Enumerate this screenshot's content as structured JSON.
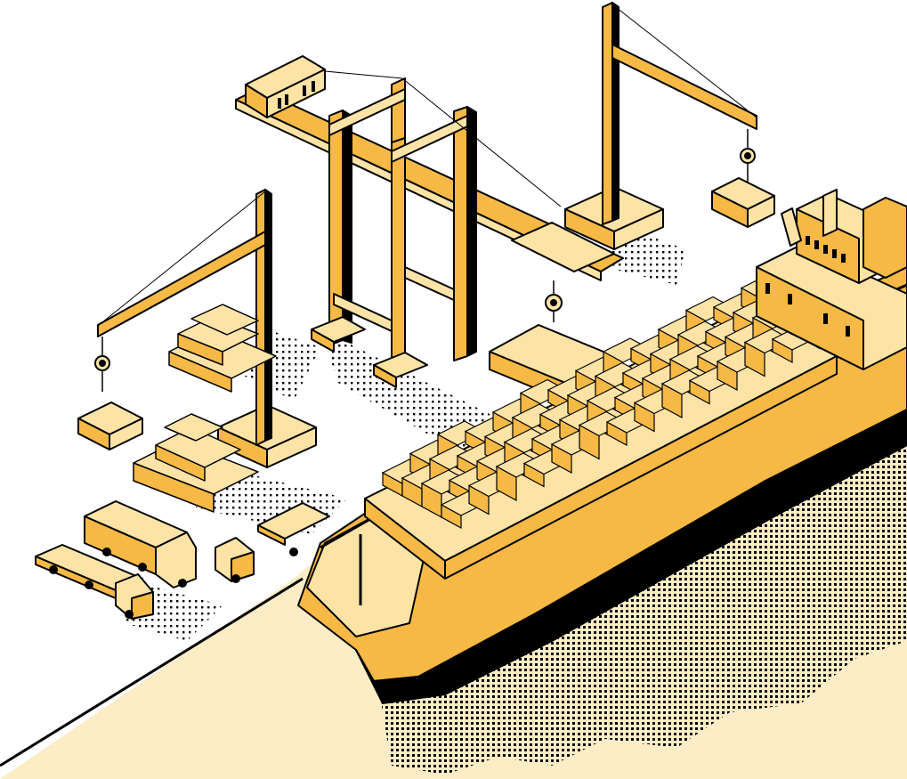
{
  "scene": {
    "subject": "isometric-cargo-port",
    "palette": {
      "background": "#ffffff",
      "water": "#fdedc6",
      "accent": "#f7b945",
      "light": "#fde3a6",
      "ink": "#000000"
    },
    "elements": [
      "gantry-crane",
      "jib-crane-right",
      "jib-crane-left",
      "container-ship",
      "container-stacks",
      "trucks"
    ]
  }
}
